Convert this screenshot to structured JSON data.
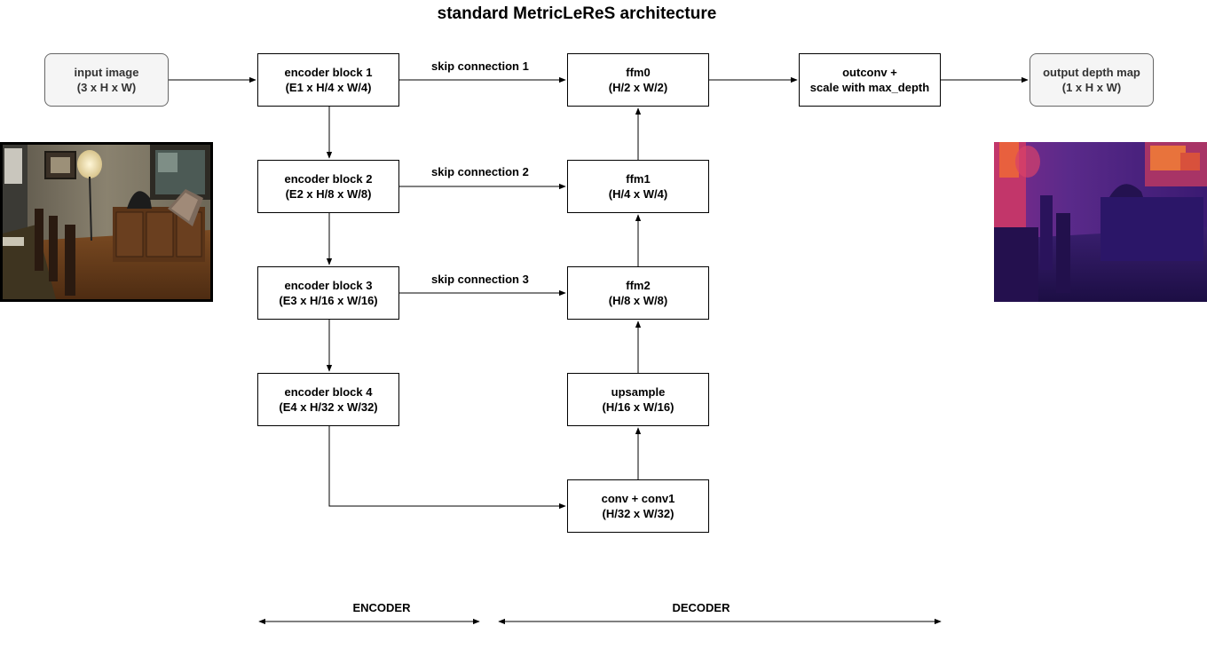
{
  "title": "standard MetricLeReS architecture",
  "nodes": {
    "input": {
      "line1": "input image",
      "line2": "(3 x H x W)"
    },
    "enc1": {
      "line1": "encoder block 1",
      "line2": "(E1 x H/4 x W/4)"
    },
    "enc2": {
      "line1": "encoder block 2",
      "line2": "(E2 x H/8 x W/8)"
    },
    "enc3": {
      "line1": "encoder block 3",
      "line2": "(E3 x H/16 x W/16)"
    },
    "enc4": {
      "line1": "encoder block 4",
      "line2": "(E4 x H/32 x W/32)"
    },
    "ffm0": {
      "line1": "ffm0",
      "line2": "(H/2 x W/2)"
    },
    "ffm1": {
      "line1": "ffm1",
      "line2": "(H/4 x W/4)"
    },
    "ffm2": {
      "line1": "ffm2",
      "line2": "(H/8 x W/8)"
    },
    "upsample": {
      "line1": "upsample",
      "line2": "(H/16 x W/16)"
    },
    "conv": {
      "line1": "conv + conv1",
      "line2": "(H/32 x W/32)"
    },
    "outconv": {
      "line1": "outconv +",
      "line2": "scale with max_depth"
    },
    "output": {
      "line1": "output depth map",
      "line2": "(1 x H x W)"
    }
  },
  "edge_labels": {
    "skip1": "skip connection 1",
    "skip2": "skip connection 2",
    "skip3": "skip connection 3"
  },
  "sections": {
    "encoder": "ENCODER",
    "decoder": "DECODER"
  }
}
